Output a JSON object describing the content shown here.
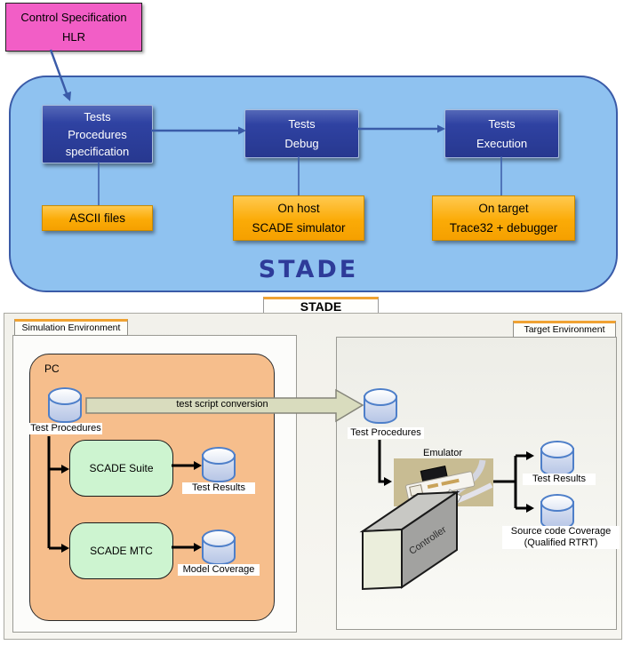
{
  "colors": {
    "pink": "#F25EC6",
    "container_blue": "#8FC2F0",
    "container_border": "#3A5BA8",
    "process_blue": "#2C3F9E",
    "artifact_orange": "#FBAB07",
    "tab_orange": "#F0A232",
    "pc_peach": "#F6BE8C",
    "tool_green": "#CDF4D0",
    "arrow_olive": "#D9DCBE",
    "cylinder_blue": "#4E7FC9",
    "emulator_tan": "#C8BC93",
    "connector_black": "#000000"
  },
  "top": {
    "control_spec": {
      "line1": "Control Specification",
      "line2": "HLR"
    },
    "stade_label": "STADE",
    "process_boxes": [
      {
        "line1": "Tests",
        "line2": "Procedures",
        "line3": "specification"
      },
      {
        "line1": "Tests",
        "line2": "Debug"
      },
      {
        "line1": "Tests",
        "line2": "Execution"
      }
    ],
    "artifact_boxes": [
      {
        "line1": "ASCII files"
      },
      {
        "line1": "On host",
        "line2": "SCADE simulator"
      },
      {
        "line1": "On target",
        "line2": "Trace32  + debugger"
      }
    ]
  },
  "stade_tab": {
    "label": "STADE"
  },
  "bottom": {
    "sim": {
      "tab": "Simulation Environment",
      "pc": "PC",
      "test_procedures": "Test Procedures",
      "conversion": "test script conversion",
      "scade_suite": "SCADE Suite",
      "scade_mtc": "SCADE MTC",
      "test_results": "Test Results",
      "model_coverage": "Model Coverage"
    },
    "target": {
      "tab": "Target Environment",
      "test_procedures": "Test Procedures",
      "emulator": "Emulator",
      "controller": "Controller",
      "test_results": "Test Results",
      "source_coverage_line1": "Source code Coverage",
      "source_coverage_line2": "(Qualified RTRT)"
    }
  }
}
